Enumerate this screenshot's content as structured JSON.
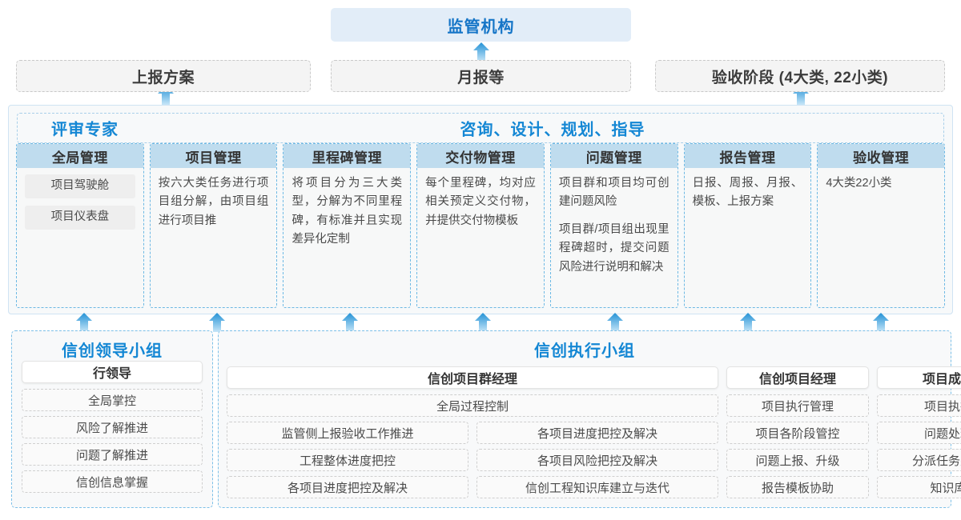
{
  "top": {
    "regulator": "监管机构",
    "channels": [
      "上报方案",
      "月报等",
      "验收阶段 (4大类, 22小类)"
    ]
  },
  "middle": {
    "left_label": "评审专家",
    "right_label": "咨询、设计、规划、指导",
    "cards": [
      {
        "title": "全局管理",
        "pills": [
          "项目驾驶舱",
          "项目仪表盘"
        ],
        "paragraphs": []
      },
      {
        "title": "项目管理",
        "pills": [],
        "paragraphs": [
          "按六大类任务进行项目组分解，由项目组进行项目推"
        ]
      },
      {
        "title": "里程碑管理",
        "pills": [],
        "paragraphs": [
          "将项目分为三大类型，分解为不同里程碑，有标准并且实现差异化定制"
        ]
      },
      {
        "title": "交付物管理",
        "pills": [],
        "paragraphs": [
          "每个里程碑，均对应相关预定义交付物，并提供交付物模板"
        ]
      },
      {
        "title": "问题管理",
        "pills": [],
        "paragraphs": [
          "项目群和项目均可创建问题风险",
          "项目群/项目组出现里程碑超时，提交问题风险进行说明和解决"
        ]
      },
      {
        "title": "报告管理",
        "pills": [],
        "paragraphs": [
          "日报、周报、月报、模板、上报方案"
        ]
      },
      {
        "title": "验收管理",
        "pills": [],
        "paragraphs": [
          "4大类22小类"
        ]
      }
    ]
  },
  "bottom": {
    "leading_group": {
      "title": "信创领导小组",
      "role": "行领导",
      "items": [
        "全局掌控",
        "风险了解推进",
        "问题了解推进",
        "信创信息掌握"
      ]
    },
    "exec_group": {
      "title": "信创执行小组",
      "program_manager": {
        "role": "信创项目群经理",
        "top_item": "全局过程控制",
        "left_items": [
          "监管侧上报验收工作推进",
          "工程整体进度把控",
          "各项目进度把控及解决"
        ],
        "right_items": [
          "各项目进度把控及解决",
          "各项目风险把控及解决",
          "信创工程知识库建立与迭代"
        ]
      },
      "project_manager": {
        "role": "信创项目经理",
        "items": [
          "项目执行管理",
          "项目各阶段管控",
          "问题上报、升级",
          "报告模板协助"
        ]
      },
      "member": {
        "role": "项目成员",
        "items": [
          "项目执行",
          "问题处理",
          "分派任务处理",
          "知识库"
        ]
      }
    }
  },
  "colors": {
    "accent_blue": "#1487d4",
    "header_blue": "#bfdcee",
    "top_bar_blue": "#e2edf8",
    "arrow_top": "#2392d6",
    "arrow_bottom": "#bfe2f5"
  }
}
